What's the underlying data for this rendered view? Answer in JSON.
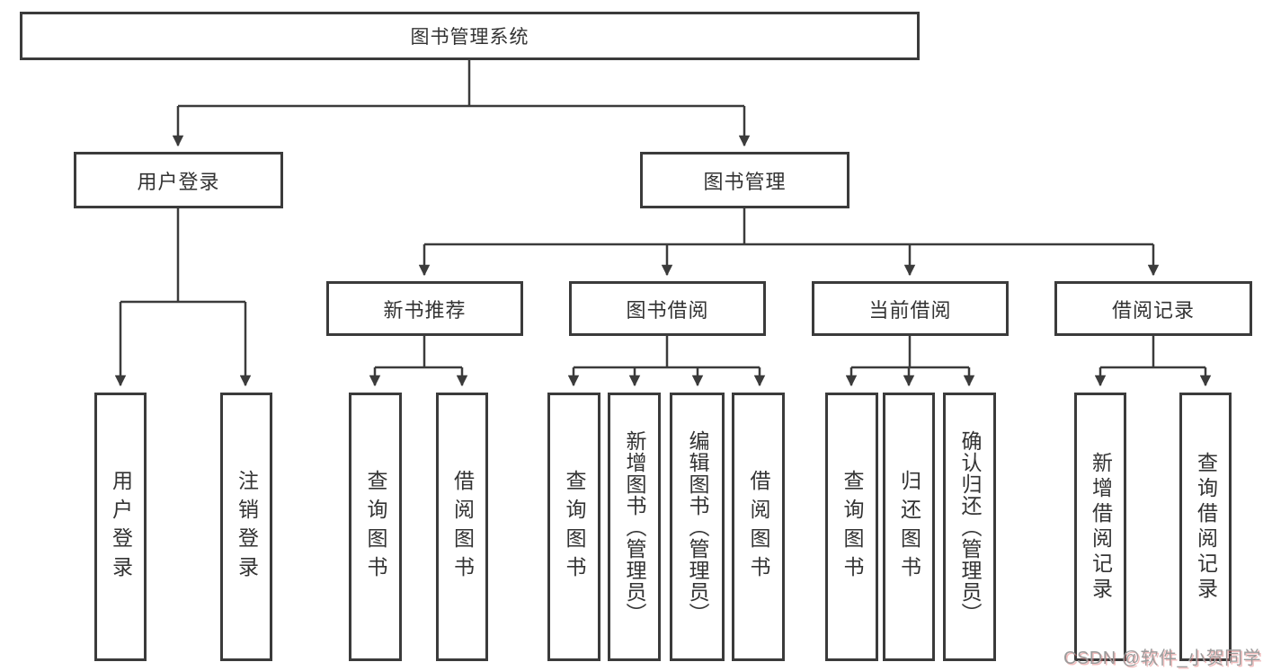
{
  "diagram": {
    "root": "图书管理系统",
    "level2": [
      "用户登录",
      "图书管理"
    ],
    "level3": [
      "新书推荐",
      "图书借阅",
      "当前借阅",
      "借阅记录"
    ],
    "leaves": [
      "用户登录",
      "注销登录",
      "查询图书",
      "借阅图书",
      "查询图书",
      "新增图书（管理员）",
      "编辑图书（管理员）",
      "借阅图书",
      "查询图书",
      "归还图书",
      "确认归还（管理员）",
      "新增借阅记录",
      "查询借阅记录"
    ]
  },
  "watermark": {
    "text": "CSDN @软件_小贺同学"
  },
  "colors": {
    "line": "#3b3b3b",
    "text": "#333333",
    "box_bg": "#ffffff",
    "watermark": "#9b9b9b"
  }
}
